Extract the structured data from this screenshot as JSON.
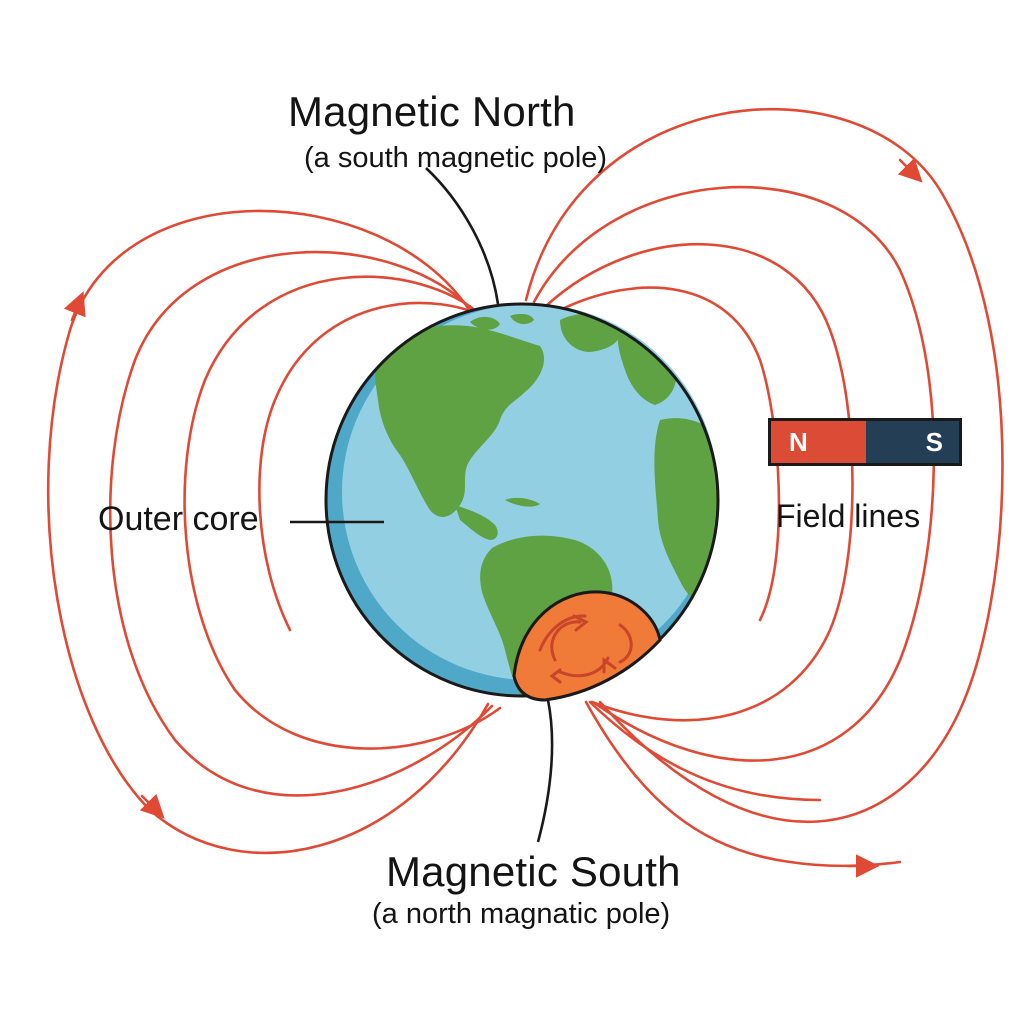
{
  "labels": {
    "north_title": "Magnetic North",
    "north_sub": "(a south magnetic pole)",
    "south_title": "Magnetic South",
    "south_sub": "(a north magnatic pole)",
    "outer_core": "Outer core",
    "field_lines": "Field lines"
  },
  "magnet": {
    "n_label": "N",
    "s_label": "S"
  },
  "colors": {
    "field_line": "#e04a35",
    "ocean": "#93cfe3",
    "ocean_shadow": "#4fa8c8",
    "land": "#5fa243",
    "core": "#f07a38",
    "core_arrows": "#c8452a",
    "outline": "#1a1a1a",
    "magnet_north": "#db4b36",
    "magnet_south": "#243f55"
  }
}
